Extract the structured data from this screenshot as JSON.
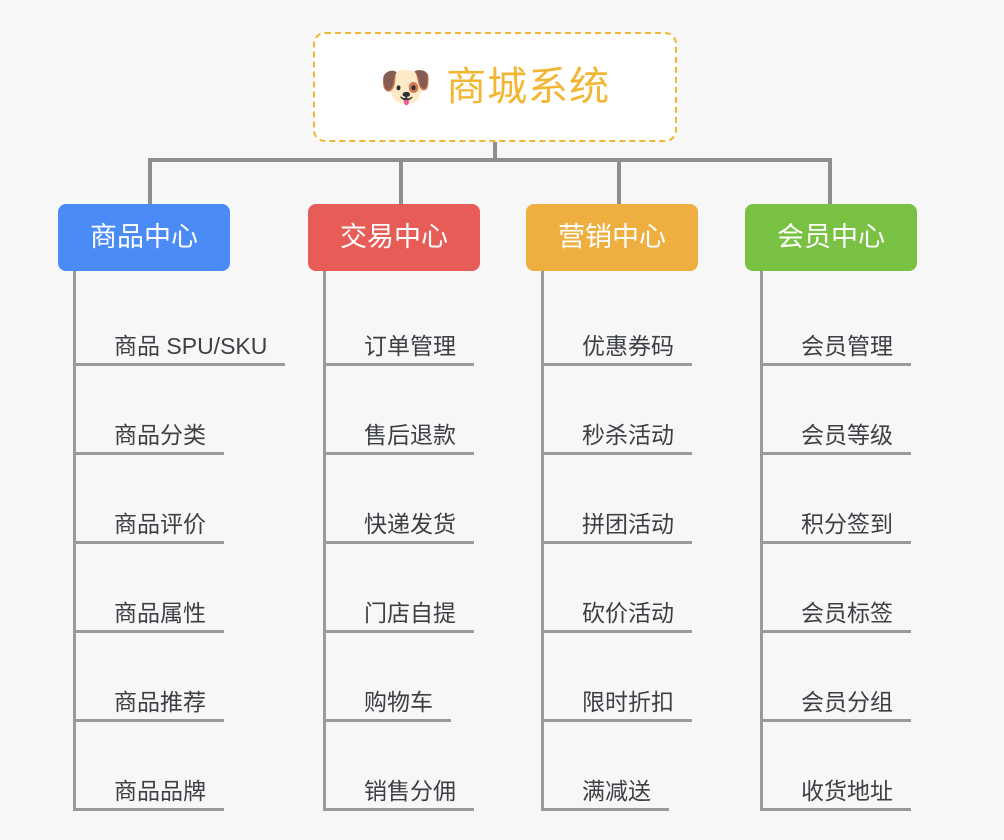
{
  "background_color": "#f7f7f7",
  "root": {
    "icon": "dog-face-emoji",
    "emoji": "🐶",
    "title": "商城系统",
    "border_color": "#f2b632",
    "text_color": "#f2b632"
  },
  "connector_color": "#8e8e8e",
  "branches": [
    {
      "label": "商品中心",
      "color": "#4a8bf5",
      "items": [
        "商品 SPU/SKU",
        "商品分类",
        "商品评价",
        "商品属性",
        "商品推荐",
        "商品品牌"
      ]
    },
    {
      "label": "交易中心",
      "color": "#e85c57",
      "items": [
        "订单管理",
        "售后退款",
        "快递发货",
        "门店自提",
        "购物车",
        "销售分佣"
      ]
    },
    {
      "label": "营销中心",
      "color": "#eeaf40",
      "items": [
        "优惠券码",
        "秒杀活动",
        "拼团活动",
        "砍价活动",
        "限时折扣",
        "满减送"
      ]
    },
    {
      "label": "会员中心",
      "color": "#79c143",
      "items": [
        "会员管理",
        "会员等级",
        "积分签到",
        "会员标签",
        "会员分组",
        "收货地址"
      ]
    }
  ]
}
